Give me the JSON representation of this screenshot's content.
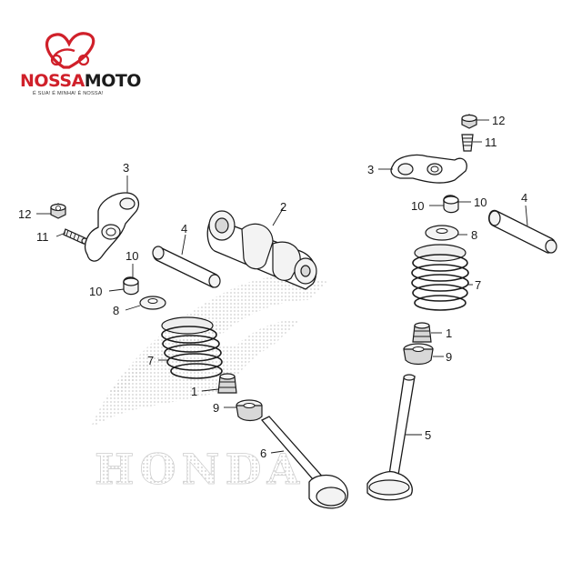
{
  "brand": {
    "name_part1": "NOSSA",
    "name_part2": "MOTO",
    "tagline": "É SUA! É MINHA! É NOSSA!",
    "colors": {
      "red": "#d0202a",
      "dark": "#1c1c1c"
    }
  },
  "watermark": {
    "text": "HONDA"
  },
  "callouts": [
    {
      "id": "c-left-3",
      "label": "3"
    },
    {
      "id": "c-left-12",
      "label": "12"
    },
    {
      "id": "c-left-11",
      "label": "11"
    },
    {
      "id": "c-left-2",
      "label": "2"
    },
    {
      "id": "c-left-4",
      "label": "4"
    },
    {
      "id": "c-left-10a",
      "label": "10"
    },
    {
      "id": "c-left-10b",
      "label": "10"
    },
    {
      "id": "c-left-8",
      "label": "8"
    },
    {
      "id": "c-left-7",
      "label": "7"
    },
    {
      "id": "c-left-1",
      "label": "1"
    },
    {
      "id": "c-left-9",
      "label": "9"
    },
    {
      "id": "c-left-6",
      "label": "6"
    },
    {
      "id": "c-right-12",
      "label": "12"
    },
    {
      "id": "c-right-11",
      "label": "11"
    },
    {
      "id": "c-right-3",
      "label": "3"
    },
    {
      "id": "c-right-10a",
      "label": "10"
    },
    {
      "id": "c-right-10b",
      "label": "10"
    },
    {
      "id": "c-right-4",
      "label": "4"
    },
    {
      "id": "c-right-8",
      "label": "8"
    },
    {
      "id": "c-right-7",
      "label": "7"
    },
    {
      "id": "c-right-1",
      "label": "1"
    },
    {
      "id": "c-right-9",
      "label": "9"
    },
    {
      "id": "c-right-5",
      "label": "5"
    }
  ]
}
